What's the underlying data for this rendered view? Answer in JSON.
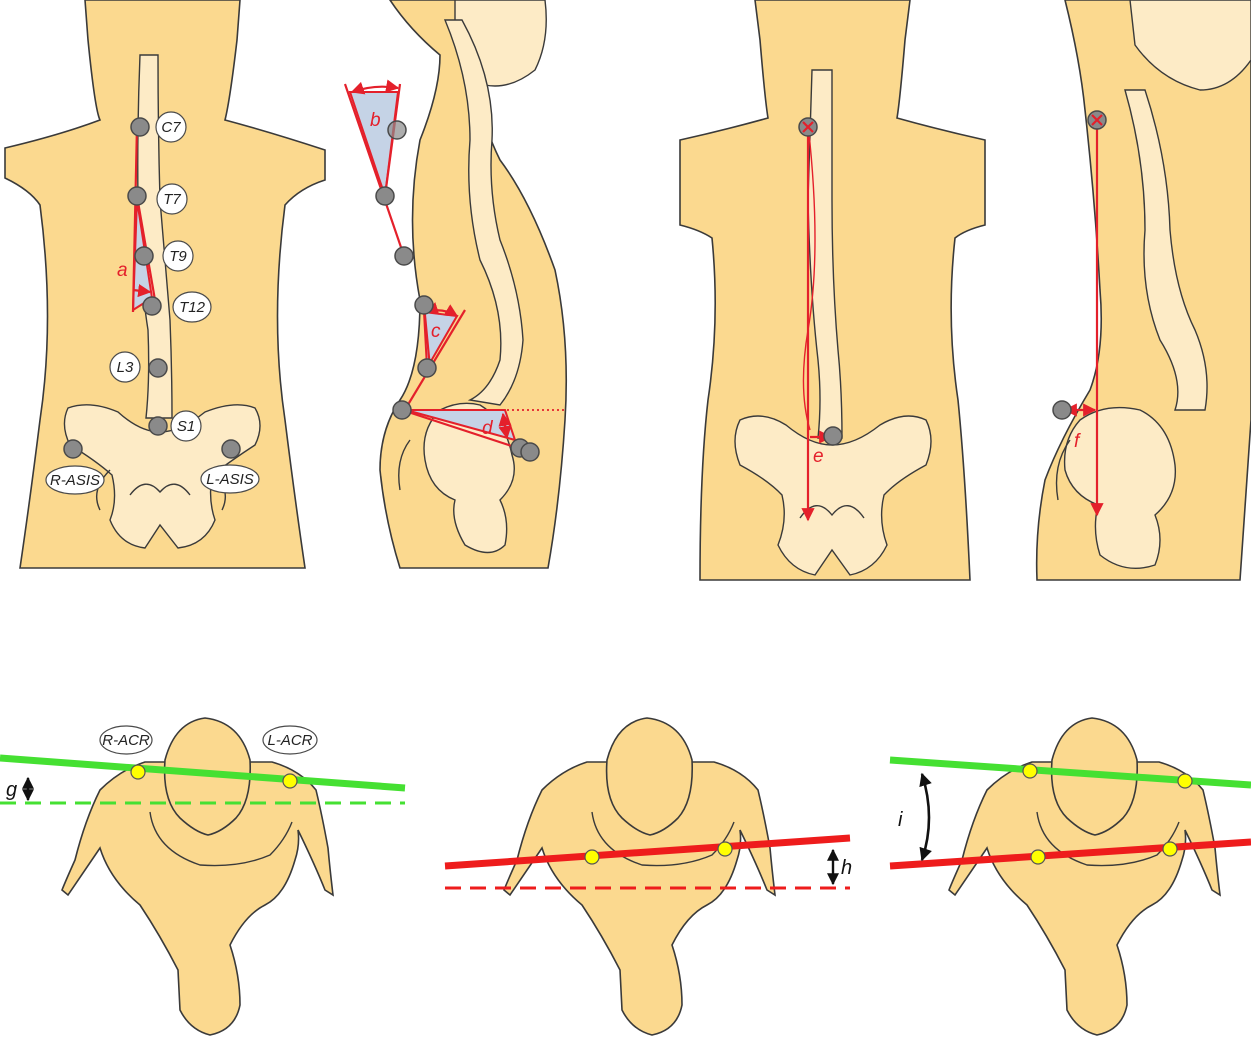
{
  "marker_labels": {
    "c7": "C7",
    "t7": "T7",
    "t9": "T9",
    "t12": "T12",
    "l3": "L3",
    "s1": "S1",
    "r_asis": "R-ASIS",
    "l_asis": "L-ASIS",
    "r_acr": "R-ACR",
    "l_acr": "L-ACR"
  },
  "measure_labels": {
    "a": "a",
    "b": "b",
    "c": "c",
    "d": "d",
    "e": "e",
    "f": "f",
    "g": "g",
    "h": "h",
    "i": "i"
  },
  "colors": {
    "skin": "#fbd98f",
    "bone": "#fdebc6",
    "marker": "#8a8a8a",
    "measure_red": "#e4202b",
    "angle_fill": "#c5d3e6",
    "shoulder_green": "#45e032",
    "shoulder_red": "#ee1c1c",
    "acromion_dot": "#ffff00"
  }
}
